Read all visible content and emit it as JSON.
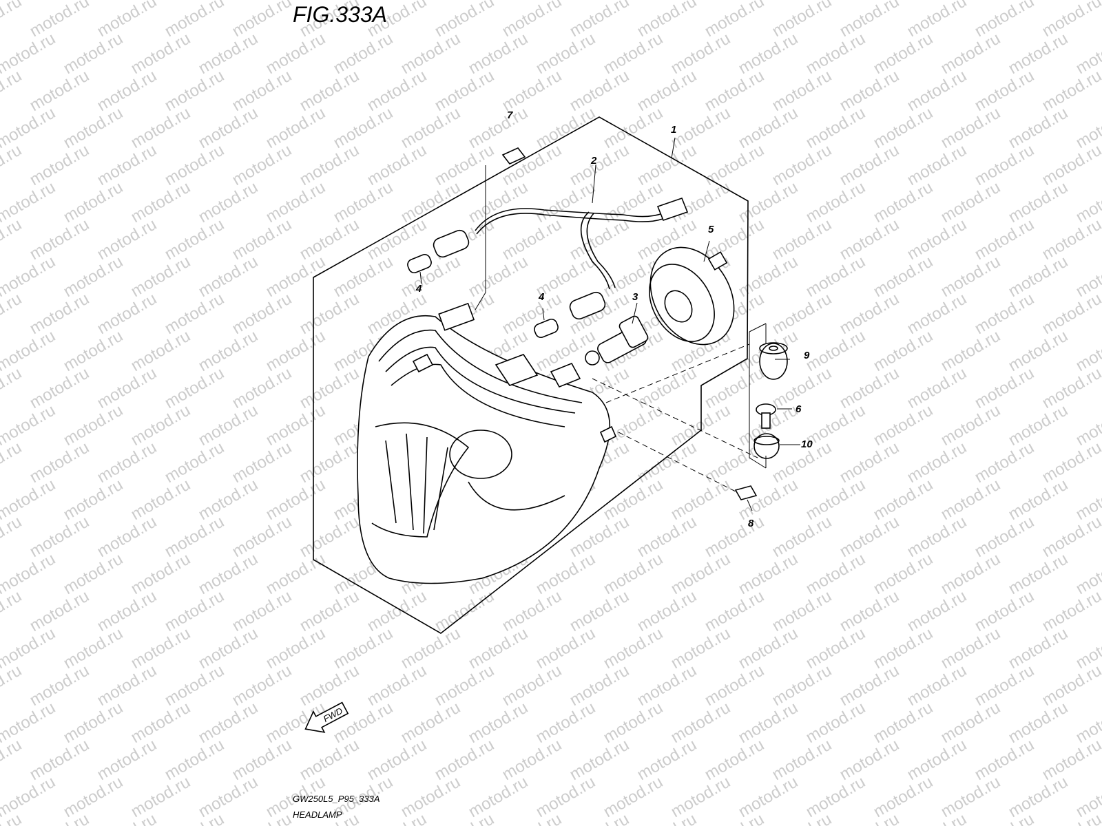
{
  "figure": {
    "title": "FIG.333A",
    "code": "GW250L5_P95_333A",
    "name": "HEADLAMP",
    "direction_label": "FWD"
  },
  "watermark": "motod.ru",
  "callouts": [
    {
      "id": "part-1",
      "label": "1"
    },
    {
      "id": "part-2",
      "label": "2"
    },
    {
      "id": "part-3",
      "label": "3"
    },
    {
      "id": "part-4a",
      "label": "4"
    },
    {
      "id": "part-4b",
      "label": "4"
    },
    {
      "id": "part-5",
      "label": "5"
    },
    {
      "id": "part-6",
      "label": "6"
    },
    {
      "id": "part-7",
      "label": "7"
    },
    {
      "id": "part-8",
      "label": "8"
    },
    {
      "id": "part-9",
      "label": "9"
    },
    {
      "id": "part-10",
      "label": "10"
    }
  ]
}
